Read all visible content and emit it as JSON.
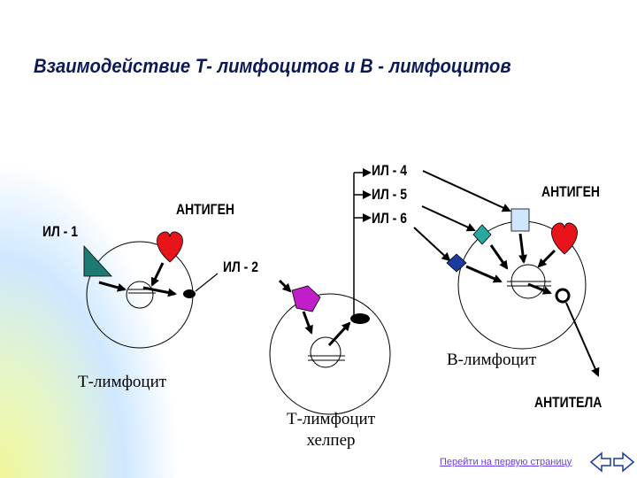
{
  "title": "Взаимодействие Т- лимфоцитов и В - лимфоцитов",
  "labels": {
    "il1": "ИЛ - 1",
    "antigen_left": "АНТИГЕН",
    "il4": "ИЛ - 4",
    "il5": "ИЛ - 5",
    "il6": "ИЛ - 6",
    "antigen_right": "АНТИГЕН",
    "il2": "ИЛ - 2",
    "t_lymphocyte": "Т-лимфоцит",
    "t_helper_line1": "Т-лимфоцит",
    "t_helper_line2": "хелпер",
    "b_lymphocyte": "В-лимфоцит",
    "antibodies": "АНТИТЕЛА"
  },
  "nav": {
    "first_page_link": "Перейти на первую страницу",
    "back_icon": "arrow-left-icon",
    "forward_icon": "arrow-right-icon"
  },
  "colors": {
    "title": "#0a1a55",
    "heart": "#e8141c",
    "triangle": "#1c7a72",
    "il_diamond_teal": "#28a8a0",
    "il_diamond_blue": "#1a3ca0",
    "il2_blob": "#c01ec8",
    "antigen_square": "#cfe6ff",
    "link": "#6a3df0"
  }
}
